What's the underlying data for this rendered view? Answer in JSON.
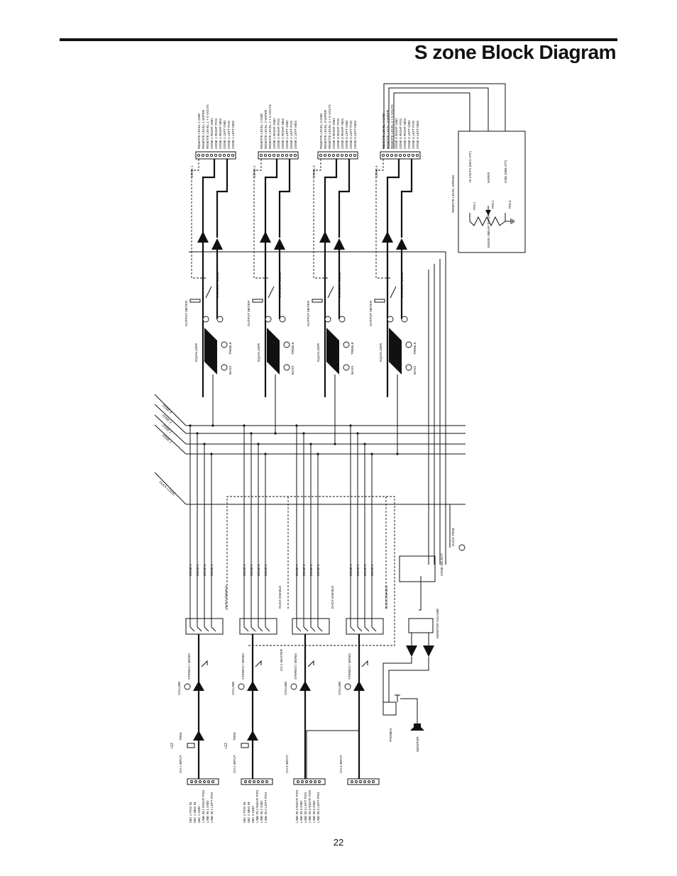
{
  "page": {
    "title": "S zone Block Diagram",
    "page_number": "22"
  },
  "zones": [
    {
      "label": "ZONE 1",
      "pins": [
        "REMOTE LEVEL 1 GND",
        "REMOTE LEVEL 1 WIPER",
        "REMOTE LEVEL 1 + 5 VOLTS",
        "ZONE 1 RIGHT GND",
        "ZONE 1 RIGHT POS",
        "ZONE 1 RIGHT NEG",
        "ZONE 1 LEFT GND",
        "ZONE 1 LEFT POS",
        "ZONE 1 LEFT NEG"
      ]
    },
    {
      "label": "ZONE 2",
      "pins": [
        "REMOTE LEVEL 2 GND",
        "REMOTE LEVEL 2 WIPER",
        "REMOTE LEVEL 2 + 5 VOLTS",
        "ZONE 2 RIGHT GND",
        "ZONE 2 RIGHT POS",
        "ZONE 2 RIGHT NEG",
        "ZONE 2 LEFT GND",
        "ZONE 2 LEFT POS",
        "ZONE 2 LEFT NEG"
      ]
    },
    {
      "label": "ZONE 3",
      "pins": [
        "REMOTE LEVEL 3 GND",
        "REMOTE LEVEL 3 WIPER",
        "REMOTE LEVEL 3 + 5 VOLTS",
        "ZONE 3 RIGHT GND",
        "ZONE 3 RIGHT POS",
        "ZONE 3 RIGHT NEG",
        "ZONE 3 LEFT GND",
        "ZONE 3 LEFT POS",
        "ZONE 3 LEFT NEG"
      ]
    },
    {
      "label": "ZONE 4",
      "pins": [
        "REMOTE LEVEL 4 GND",
        "REMOTE LEVEL 4 WIPER",
        "REMOTE LEVEL 4 + 5 VOLTS",
        "ZONE 4 RIGHT GND",
        "ZONE 4 RIGHT POS",
        "ZONE 4 RIGHT NEG",
        "ZONE 4 LEFT GND",
        "ZONE 4 LEFT POS",
        "ZONE 4 LEFT NEG"
      ]
    }
  ],
  "zone_strip": {
    "stereo_mono": "STEREO / MONO",
    "output_meter": "OUTPUT METER",
    "equalizer": "EQUALIZER",
    "treble": "TREBLE",
    "bass": "BASS"
  },
  "remote_wiring": {
    "title": "REMOTE LEVEL WIRING",
    "pin1": "PIN 1",
    "pin2": "PIN 2",
    "pin3": "PIN 3",
    "plus5": "+5 VOLTS (MAX ATT)",
    "wiper": "WIPER",
    "gnd": "GND (MIN ATT)",
    "pot": "100KB LINEAR TAPER"
  },
  "buses": {
    "zone1": "ZONE 1",
    "zone2": "ZONE 2",
    "zone3": "ZONE 3",
    "zone4": "ZONE 4",
    "duck_logic": "DUCK LOGIC"
  },
  "channels": [
    {
      "input_label": "CH 1 INPUT",
      "pins": [
        "MIC 1 POS IN",
        "MIC 1 NEG IN",
        "MIC 1 GND",
        "LINE IN 1 RIGHT POS",
        "LINE IN 1 GND",
        "LINE IN 1 LEFT POS"
      ],
      "has_trim": true,
      "plus12": "+12",
      "trim": "TRIM"
    },
    {
      "input_label": "CH 2 INPUT",
      "pins": [
        "MIC 2 POS IN",
        "MIC 2 NEG IN",
        "MIC 2 GND",
        "LINE IN 2 RIGHT POS",
        "LINE IN 2 GND",
        "LINE IN 2 LEFT POS"
      ],
      "has_trim": true,
      "plus12": "+12",
      "trim": "TRIM"
    },
    {
      "input_label": "CH 3 INPUT",
      "pins": [
        "LINE IN 3 RIGHT POS",
        "LINE IN 3 GND",
        "LINE IN 3 LEFT POS",
        "LINE IN 4 RIGHT POS",
        "LINE IN 4 GND",
        "LINE IN 4 LEFT POS"
      ],
      "has_trim": false
    },
    {
      "input_label": "CH 4 INPUT",
      "pins": [],
      "has_trim": false
    }
  ],
  "channel_strip": {
    "volume": "VOLUME",
    "stereo_mono": "STEREO / MONO",
    "duck_enable": "DUCK ENABLE",
    "ch1_master": "CH 1 MASTER",
    "zone_labels": [
      "ZONE 1",
      "ZONE 2",
      "ZONE 3",
      "ZONE 4"
    ]
  },
  "monitor": {
    "zone_select": "ZONE SELECT",
    "duck_trim": "DUCK TRIM",
    "monitor_volume": "MONITOR VOLUME",
    "phones": "PHONES",
    "monitor": "MONITOR"
  }
}
